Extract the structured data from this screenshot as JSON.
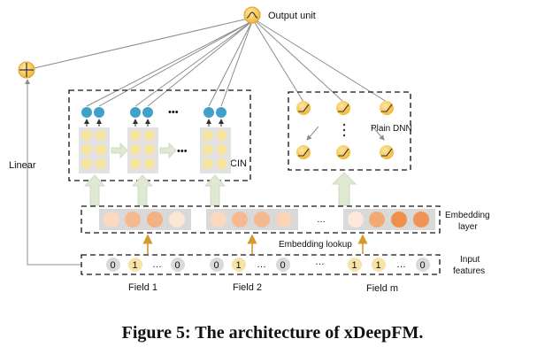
{
  "labels": {
    "output_unit": "Output unit",
    "linear": "Linear",
    "cin": "CIN",
    "plain_dnn": "Plain DNN",
    "embedding_layer_line1": "Embedding",
    "embedding_layer_line2": "layer",
    "embedding_lookup": "Embedding lookup",
    "input_features_line1": "Input",
    "input_features_line2": "features",
    "field1": "Field 1",
    "field2": "Field 2",
    "fieldm": "Field m",
    "ellipsis": "…",
    "ellipsis_bold": "•••"
  },
  "fields": [
    {
      "bits": [
        "0",
        "1",
        "0"
      ]
    },
    {
      "bits": [
        "0",
        "1",
        "0"
      ]
    },
    {
      "bits": [
        "1",
        "1",
        "0"
      ]
    }
  ],
  "caption": "Figure 5: The architecture of xDeepFM.",
  "colors": {
    "embed_light": "#fbe0cc",
    "embed_mid": "#f5b98a",
    "embed_dark": "#ee8f4c",
    "bit_one": "#f8e3a6",
    "bit_zero": "#d9d9d9",
    "neuron": "#f5c242",
    "blue_unit": "#3fa1c9",
    "lookup_arrow": "#d49a2a"
  },
  "icons": [
    "sigmoid-output-icon",
    "sum-icon",
    "relu-neuron-icon",
    "blue-unit-icon"
  ]
}
